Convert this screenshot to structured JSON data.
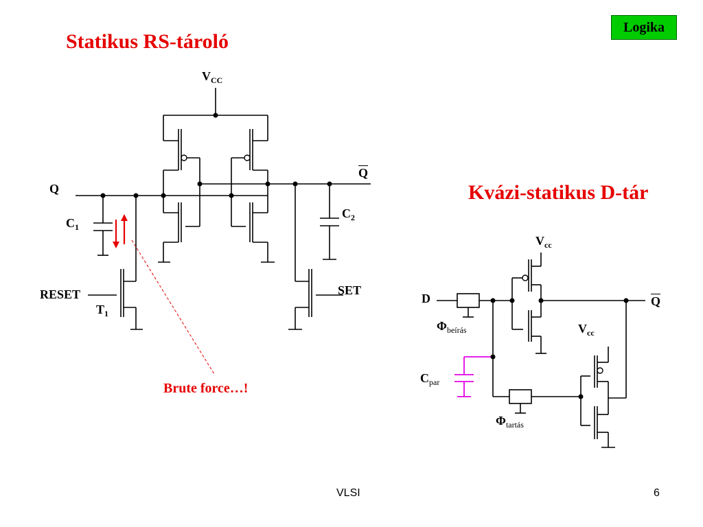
{
  "badge": "Logika",
  "rs": {
    "title": "Statikus RS-tároló",
    "vcc_main": "V",
    "vcc_sub": "CC",
    "q": "Q",
    "q_bar": "Q",
    "c1_main": "C",
    "c1_sub": "1",
    "c2_main": "C",
    "c2_sub": "2",
    "reset": "RESET",
    "set": "SET",
    "t1_main": "T",
    "t1_sub": "1",
    "brute_force": "Brute force…!"
  },
  "dtar": {
    "title": "Kvázi-statikus D-tár",
    "vcc1_main": "V",
    "vcc1_sub": "cc",
    "vcc2_main": "V",
    "vcc2_sub": "cc",
    "d": "D",
    "q_bar": "Q",
    "phi_beiras_main": "Φ",
    "phi_beiras_sub": "beírás",
    "phi_tartas_main": "Φ",
    "phi_tartas_sub": "tartás",
    "cpar_main": "C",
    "cpar_sub": "par"
  },
  "footer": {
    "center": "VLSI",
    "page": "6"
  },
  "colors": {
    "title": "#e60000",
    "badge_bg": "#00cc00",
    "arrow": "#e60000",
    "cpar": "#e600e6"
  }
}
